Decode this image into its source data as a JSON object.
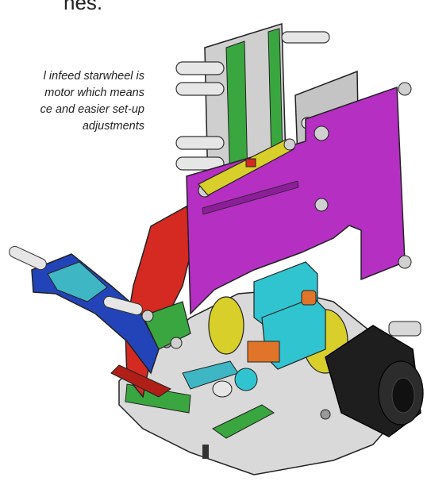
{
  "header": {
    "fragment": "nes."
  },
  "caption": {
    "lines": [
      "l infeed starwheel is",
      "motor which means",
      "ce and easier set-up",
      "adjustments"
    ]
  },
  "colors": {
    "frame_plate": "#b42fc2",
    "green_rail": "#3aa63f",
    "red_guide": "#d42a22",
    "blue_guide": "#2244b8",
    "teal_block": "#2fc4d0",
    "yellow_ring": "#d8cf2a",
    "motor_body": "#1e1e1e",
    "starwheel_plate": "#d8d8d8"
  },
  "icons": [
    "starwheel-machine-illustration"
  ]
}
